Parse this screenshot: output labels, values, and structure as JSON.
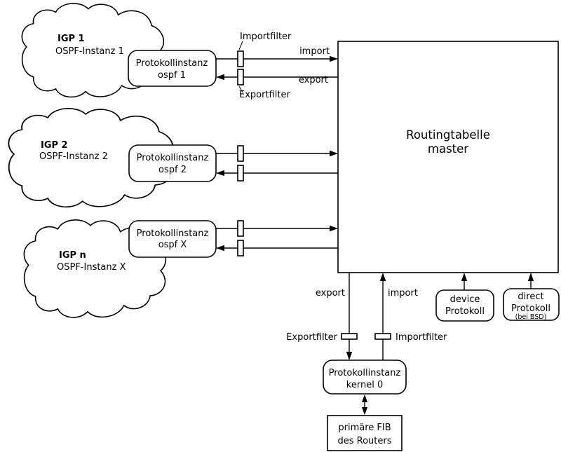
{
  "diagram": {
    "background": "#ffffff",
    "stroke_color": "#000000",
    "clouds": [
      {
        "name": "IGP 1",
        "instance": "OSPF-Instanz 1"
      },
      {
        "name": "IGP 2",
        "instance": "OSPF-Instanz 2"
      },
      {
        "name": "IGP n",
        "instance": "OSPF-Instanz X"
      }
    ],
    "protocol_instances": [
      {
        "line1": "Protokollinstanz",
        "line2": "ospf 1"
      },
      {
        "line1": "Protokollinstanz",
        "line2": "ospf 2"
      },
      {
        "line1": "Protokollinstanz",
        "line2": "ospf X"
      }
    ],
    "routing_table": {
      "line1": "Routingtabelle",
      "line2": "master"
    },
    "top_filters": {
      "import_label": "Importfilter",
      "export_label": "Exportfilter"
    },
    "top_flows": {
      "import": "import",
      "export": "export"
    },
    "bottom_flows": {
      "export": "export",
      "import": "import"
    },
    "bottom_filters": {
      "export_label": "Exportfilter",
      "import_label": "Importfilter"
    },
    "device_protocol": {
      "line1": "device",
      "line2": "Protokoll"
    },
    "direct_protocol": {
      "line1": "direct",
      "line2": "Protokoll",
      "line3": "(bei BSD)"
    },
    "kernel_instance": {
      "line1": "Protokollinstanz",
      "line2": "kernel 0"
    },
    "fib": {
      "line1": "primäre FIB",
      "line2": "des Routers"
    }
  }
}
